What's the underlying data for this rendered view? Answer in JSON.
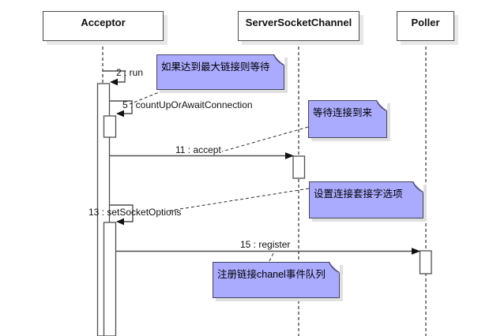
{
  "diagram": {
    "type": "uml-sequence-diagram",
    "participants": [
      {
        "label": "Acceptor"
      },
      {
        "label": "ServerSocketChannel"
      },
      {
        "label": "Poller"
      }
    ],
    "messages": [
      {
        "label": "2 : run",
        "kind": "self-message",
        "lifeline": "Acceptor"
      },
      {
        "label": "5 : countUpOrAwaitConnection",
        "kind": "self-message",
        "lifeline": "Acceptor"
      },
      {
        "label": "11 : accept",
        "kind": "message",
        "from": "Acceptor",
        "to": "ServerSocketChannel"
      },
      {
        "label": "13 : setSocketOptions",
        "kind": "self-message",
        "lifeline": "Acceptor"
      },
      {
        "label": "15 : register",
        "kind": "message",
        "from": "Acceptor",
        "to": "Poller"
      }
    ],
    "notes": [
      {
        "text": "如果达到最大链接则等待",
        "attached_to": "5 : countUpOrAwaitConnection"
      },
      {
        "text": "等待连接到来",
        "attached_to": "11 : accept"
      },
      {
        "text": "设置连接套接字选项",
        "attached_to": "13 : setSocketOptions"
      },
      {
        "text": "注册链接chanel事件队列",
        "attached_to": "15 : register"
      }
    ],
    "colors": {
      "background": "#ffffff",
      "note_fill": "#aaaaff",
      "note_border": "#45455e",
      "box_border": "#4a4a4a",
      "line": "#4f4f4f",
      "arrowhead": "#111111",
      "shadow": "#e6e6e6",
      "text": "#111111"
    }
  }
}
